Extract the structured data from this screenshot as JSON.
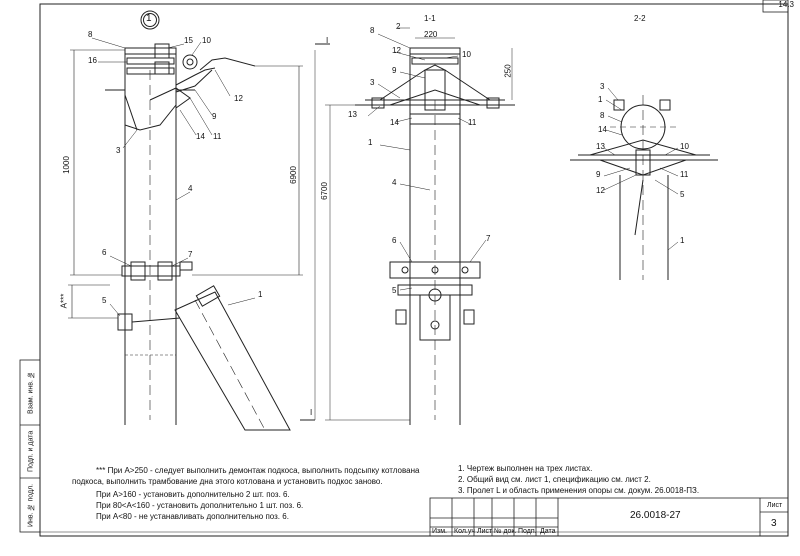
{
  "drawing": {
    "page_number_top": "14.3",
    "view_circle_label": "1",
    "section_label": "1-1",
    "section2_label": "2-2",
    "section_mark": "I",
    "dimensions": {
      "d220": "220",
      "d2": "2",
      "d250": "250",
      "d1000": "1000",
      "d6900": "6900",
      "d6700": "6700",
      "dA": "A***"
    },
    "callouts_view1": [
      "8",
      "15",
      "10",
      "16",
      "12",
      "9",
      "14",
      "11",
      "3",
      "4",
      "6",
      "7",
      "5",
      "1"
    ],
    "callouts_section1": [
      "8",
      "12",
      "10",
      "9",
      "3",
      "13",
      "14",
      "11",
      "1",
      "4",
      "6",
      "7",
      "5"
    ],
    "callouts_section2": [
      "3",
      "1",
      "8",
      "14",
      "13",
      "10",
      "9",
      "11",
      "12",
      "5",
      "1"
    ]
  },
  "notes": {
    "footnote_lines": [
      "*** При A>250 - следует выполнить демонтаж подкоса, выполнить подсыпку котлована",
      "подкоса, выполнить трамбование дна этого котлована и установить подкос заново.",
      "При A>160 - установить дополнительно 2 шт. поз. 6.",
      "При 80<A<160 - установить дополнительно 1 шт. поз. 6.",
      "При A<80 - не устанавливать дополнительно поз. 6."
    ],
    "general_lines": [
      "1. Чертеж выполнен на трех листах.",
      "2. Общий вид см. лист 1, спецификацию см. лист 2.",
      "3. Пролет L и область применения опоры см. докум. 26.0018-ПЗ."
    ]
  },
  "title_block": {
    "document_code": "26.0018-27",
    "sheet_label": "Лист",
    "sheet_number": "3",
    "columns": [
      "Изм.",
      "Кол.уч",
      "Лист",
      "№ док.",
      "Подп.",
      "Дата"
    ]
  },
  "side_stamp": [
    "Инв. № подл.",
    "Подп. и дата",
    "Взам. инв. №"
  ]
}
